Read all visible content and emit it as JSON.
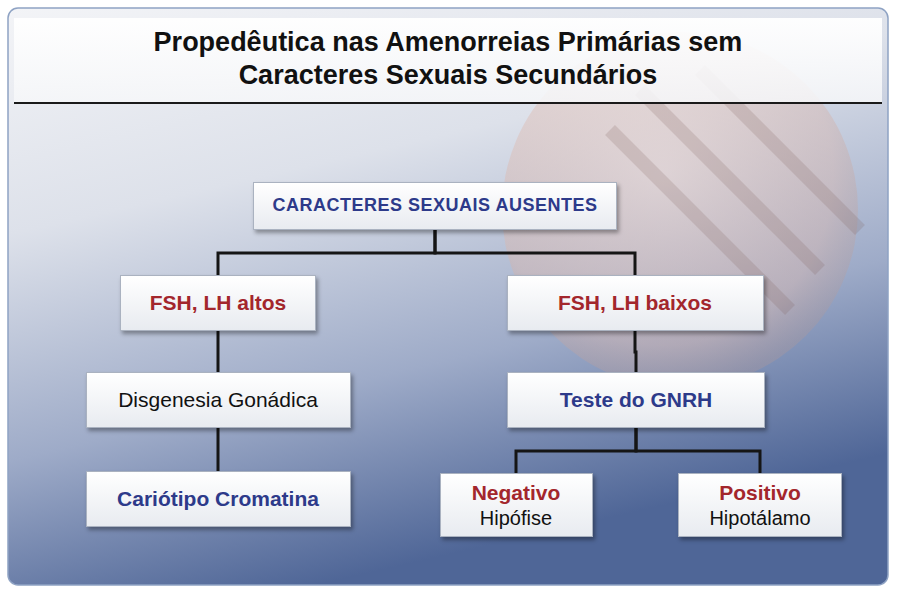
{
  "diagram": {
    "title": "Propedêutica nas Amenorreias Primárias sem Caracteres Sexuais Secundários",
    "nodes": [
      {
        "text": [
          "CARACTERES SEXUAIS AUSENTES"
        ]
      },
      {
        "text": [
          "FSH, LH altos"
        ]
      },
      {
        "text": [
          "FSH, LH baixos"
        ]
      },
      {
        "text": [
          "Disgenesia Gonádica"
        ]
      },
      {
        "text": [
          "Teste do GNRH"
        ]
      },
      {
        "text": [
          "Cariótipo Cromatina"
        ]
      },
      {
        "text": [
          "Negativo",
          "Hipófise"
        ]
      },
      {
        "text": [
          "Positivo",
          "Hipotálamo"
        ]
      }
    ],
    "edges": [
      {
        "from": 0,
        "to": 1,
        "arrow": "none"
      },
      {
        "from": 0,
        "to": 2,
        "arrow": "none"
      },
      {
        "from": 1,
        "to": 3,
        "arrow": "none"
      },
      {
        "from": 3,
        "to": 5,
        "arrow": "none"
      },
      {
        "from": 2,
        "to": 4,
        "arrow": "none"
      },
      {
        "from": 4,
        "to": 6,
        "arrow": "none"
      },
      {
        "from": 4,
        "to": 7,
        "arrow": "none"
      }
    ]
  }
}
